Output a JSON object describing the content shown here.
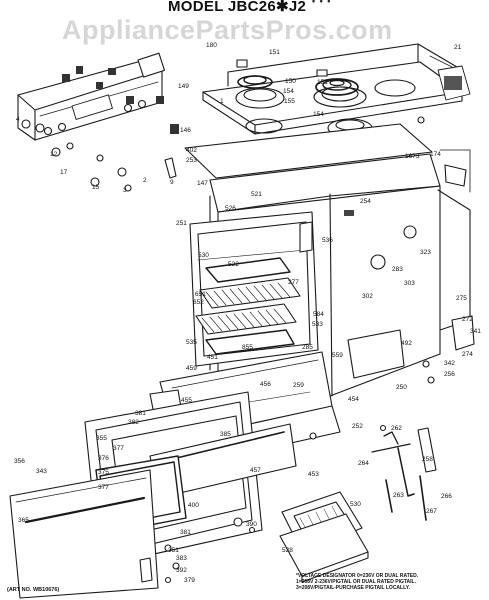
{
  "title": "MODEL JBC26✱J2",
  "title_right": "• • •",
  "watermark": "AppliancePartsPros.com",
  "art_number": "(ART NO. WB10676)",
  "notes": [
    "*VOLTAGE DESIGNATOR 0=236V OR DUAL RATED.",
    "1=208V 2-236V/PIGTAIL OR DUAL RATED PIGTAIL.",
    "3=208V/PIGTAIL-PURCHASE PIGTAIL LOCALLY."
  ],
  "callouts": [
    {
      "id": "c180",
      "text": "180"
    },
    {
      "id": "c151a",
      "text": "151"
    },
    {
      "id": "c21",
      "text": "21"
    },
    {
      "id": "c151b",
      "text": "151"
    },
    {
      "id": "c150",
      "text": "150"
    },
    {
      "id": "c154",
      "text": "154"
    },
    {
      "id": "c155",
      "text": "155"
    },
    {
      "id": "c154b",
      "text": "154"
    },
    {
      "id": "c1",
      "text": "1"
    },
    {
      "id": "c149",
      "text": "149"
    },
    {
      "id": "c146",
      "text": "146"
    },
    {
      "id": "c4",
      "text": "4"
    },
    {
      "id": "c12",
      "text": "12"
    },
    {
      "id": "c17",
      "text": "17"
    },
    {
      "id": "c15",
      "text": "15"
    },
    {
      "id": "c3",
      "text": "3"
    },
    {
      "id": "c2",
      "text": "2"
    },
    {
      "id": "c402",
      "text": "402"
    },
    {
      "id": "c253",
      "text": "253"
    },
    {
      "id": "c9",
      "text": "9"
    },
    {
      "id": "c147",
      "text": "147"
    },
    {
      "id": "c1673",
      "text": "1673"
    },
    {
      "id": "c174",
      "text": "174"
    },
    {
      "id": "c521",
      "text": "521"
    },
    {
      "id": "c526",
      "text": "526"
    },
    {
      "id": "c254",
      "text": "254"
    },
    {
      "id": "c251",
      "text": "251"
    },
    {
      "id": "c536",
      "text": "536"
    },
    {
      "id": "c530",
      "text": "530"
    },
    {
      "id": "c522",
      "text": "522"
    },
    {
      "id": "c277",
      "text": "277"
    },
    {
      "id": "c651",
      "text": "651"
    },
    {
      "id": "c652",
      "text": "652"
    },
    {
      "id": "c283",
      "text": "283"
    },
    {
      "id": "c303",
      "text": "303"
    },
    {
      "id": "c302",
      "text": "302"
    },
    {
      "id": "c323",
      "text": "323"
    },
    {
      "id": "c275",
      "text": "275"
    },
    {
      "id": "c584",
      "text": "584"
    },
    {
      "id": "c533",
      "text": "533"
    },
    {
      "id": "c535",
      "text": "535"
    },
    {
      "id": "c855",
      "text": "855"
    },
    {
      "id": "c451",
      "text": "451"
    },
    {
      "id": "c459",
      "text": "459"
    },
    {
      "id": "c285",
      "text": "285"
    },
    {
      "id": "c559",
      "text": "559"
    },
    {
      "id": "c492",
      "text": "492"
    },
    {
      "id": "c272",
      "text": "272"
    },
    {
      "id": "c341",
      "text": "341"
    },
    {
      "id": "c274",
      "text": "274"
    },
    {
      "id": "c342",
      "text": "342"
    },
    {
      "id": "c256",
      "text": "256"
    },
    {
      "id": "c456",
      "text": "456"
    },
    {
      "id": "c259",
      "text": "259"
    },
    {
      "id": "c250",
      "text": "250"
    },
    {
      "id": "c455",
      "text": "455"
    },
    {
      "id": "c454",
      "text": "454"
    },
    {
      "id": "c381",
      "text": "381"
    },
    {
      "id": "c382",
      "text": "382"
    },
    {
      "id": "c252",
      "text": "252"
    },
    {
      "id": "c385",
      "text": "385"
    },
    {
      "id": "c355",
      "text": "355"
    },
    {
      "id": "c377",
      "text": "377"
    },
    {
      "id": "c262",
      "text": "262"
    },
    {
      "id": "c457",
      "text": "457"
    },
    {
      "id": "c453",
      "text": "453"
    },
    {
      "id": "c264",
      "text": "264"
    },
    {
      "id": "c258",
      "text": "258"
    },
    {
      "id": "c356",
      "text": "356"
    },
    {
      "id": "c343",
      "text": "343"
    },
    {
      "id": "c376",
      "text": "376"
    },
    {
      "id": "c375",
      "text": "375"
    },
    {
      "id": "c377b",
      "text": "377"
    },
    {
      "id": "c263",
      "text": "263"
    },
    {
      "id": "c266",
      "text": "266"
    },
    {
      "id": "c400",
      "text": "400"
    },
    {
      "id": "c267",
      "text": "267"
    },
    {
      "id": "c530b",
      "text": "530"
    },
    {
      "id": "c365",
      "text": "365"
    },
    {
      "id": "c390",
      "text": "390"
    },
    {
      "id": "c381b",
      "text": "381"
    },
    {
      "id": "c351",
      "text": "351"
    },
    {
      "id": "c383",
      "text": "383"
    },
    {
      "id": "c528",
      "text": "528"
    },
    {
      "id": "c392",
      "text": "392"
    },
    {
      "id": "c379",
      "text": "379"
    }
  ]
}
